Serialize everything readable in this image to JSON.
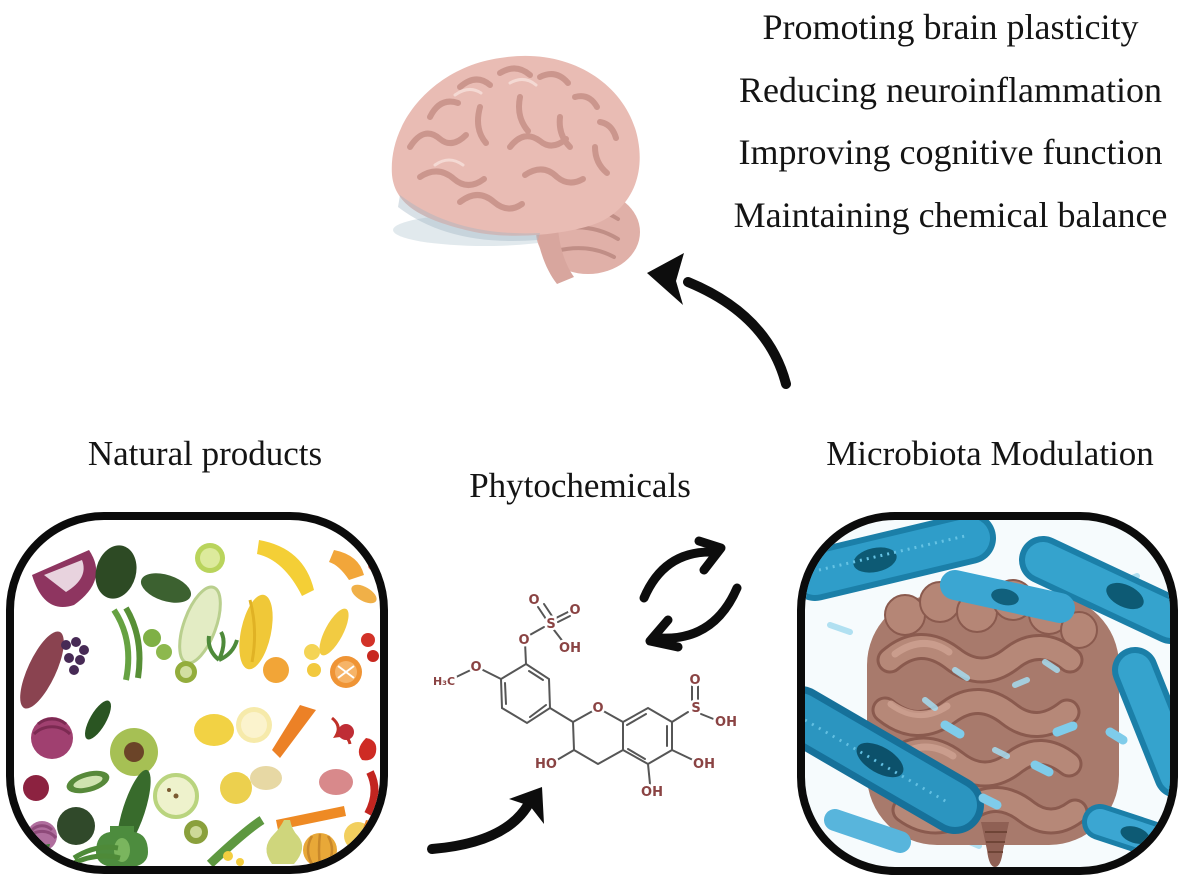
{
  "benefits": {
    "lines": [
      "Promoting brain plasticity",
      "Reducing neuroinflammation",
      "Improving cognitive function",
      "Maintaining chemical balance"
    ]
  },
  "sections": {
    "natural_products": {
      "label": "Natural products"
    },
    "phytochemicals": {
      "label": "Phytochemicals"
    },
    "microbiota": {
      "label": "Microbiota Modulation"
    }
  },
  "molecule": {
    "labels": {
      "sulfate_o_double_left": "O",
      "sulfate_o_double_right": "O",
      "sulfate_s": "S",
      "sulfate_o_bridge": "O",
      "sulfate_oh": "OH",
      "methoxy_o": "O",
      "methoxy_h3c": "H₃C",
      "pyran_o": "O",
      "c3_ho": "HO",
      "sulfinic_o": "O",
      "sulfinic_s": "S",
      "sulfinic_oh": "OH",
      "c6_oh": "OH",
      "c5_oh": "OH"
    }
  },
  "icons": {
    "arrow_gut_to_brain": "hand-drawn curved arrow pointing up-left to brain",
    "arrow_cycle": "two curved exchange arrows between phytochemicals and microbiota",
    "arrow_products_to_phytochemicals": "hand-drawn curved arrow pointing up-right"
  },
  "colors": {
    "text": "#141414",
    "arrow": "#0d0d0d",
    "box_border": "#0b0b0b",
    "molecule_bond": "#565656",
    "molecule_atom": "#8a4343",
    "brain_pink": "#e9bcb4",
    "bacteria_blue": "#2f9dc9",
    "intestine_brown": "#a87a6c"
  }
}
